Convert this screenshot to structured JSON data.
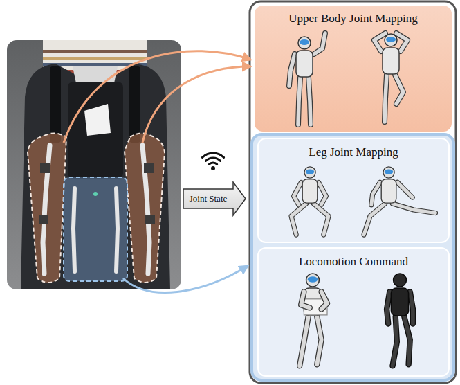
{
  "diagram": {
    "nodes": [
      {
        "text": [
          "Joint State"
        ]
      },
      {
        "text": [
          "Upper Body Joint Mapping"
        ]
      },
      {
        "text": [
          "Leg Joint Mapping"
        ]
      },
      {
        "text": [
          "Locomotion Command"
        ]
      }
    ]
  }
}
